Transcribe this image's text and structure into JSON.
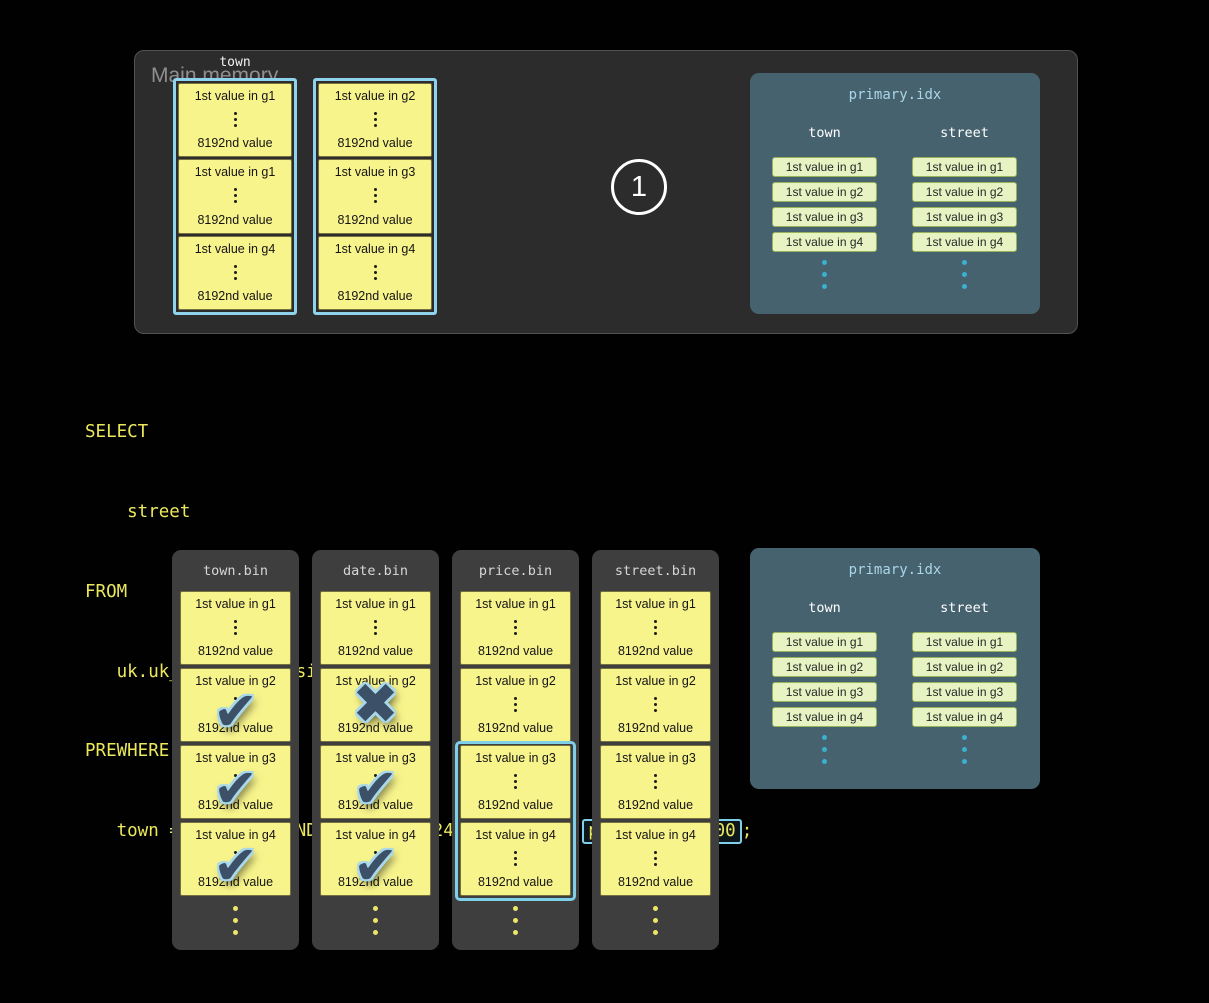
{
  "icons": {
    "check": "✔",
    "cross": "✖"
  },
  "colors": {
    "accent_blue": "#8ed2ec",
    "granule_yellow": "#f8f48c",
    "index_panel_slate": "#47626f",
    "index_pill_green": "#e7f3c3",
    "sql_yellow": "#ece85e",
    "mark_slate": "#3c5068",
    "teal_dot": "#38b2ce"
  },
  "main_memory": {
    "title": "Main memory",
    "column_label": "town",
    "step_badge": "1",
    "stacks": [
      {
        "granules": [
          {
            "first": "1st value in g1",
            "last": "8192nd value"
          },
          {
            "first": "1st value in g1",
            "last": "8192nd value"
          },
          {
            "first": "1st value in g4",
            "last": "8192nd value"
          }
        ]
      },
      {
        "granules": [
          {
            "first": "1st value in g2",
            "last": "8192nd value"
          },
          {
            "first": "1st value in g3",
            "last": "8192nd value"
          },
          {
            "first": "1st value in g4",
            "last": "8192nd value"
          }
        ]
      }
    ]
  },
  "primary_index_top": {
    "title": "primary.idx",
    "columns": [
      {
        "header": "town",
        "entries": [
          "1st value in g1",
          "1st value in g2",
          "1st value in g3",
          "1st value in g4"
        ]
      },
      {
        "header": "street",
        "entries": [
          "1st value in g1",
          "1st value in g2",
          "1st value in g3",
          "1st value in g4"
        ]
      }
    ]
  },
  "sql": {
    "line1": "SELECT",
    "line2": "    street",
    "line3": "FROM",
    "line4": "   uk.uk_price_paid_simple",
    "line5": "PREWHERE",
    "line6_prefix": "   town = 'LONDON' AND date > '2024-12-31' AND ",
    "line6_boxed": "price < 10_000",
    "line6_suffix": ";"
  },
  "bin_panels": [
    {
      "title": "town.bin",
      "granules": [
        {
          "first": "1st value in g1",
          "last": "8192nd value",
          "mark": "none"
        },
        {
          "first": "1st value in g2",
          "last": "8192nd value",
          "mark": "check"
        },
        {
          "first": "1st value in g3",
          "last": "8192nd value",
          "mark": "check"
        },
        {
          "first": "1st value in g4",
          "last": "8192nd value",
          "mark": "check"
        }
      ],
      "highlight": null
    },
    {
      "title": "date.bin",
      "granules": [
        {
          "first": "1st value in g1",
          "last": "8192nd value",
          "mark": "none"
        },
        {
          "first": "1st value in g2",
          "last": "8192nd value",
          "mark": "cross"
        },
        {
          "first": "1st value in g3",
          "last": "8192nd value",
          "mark": "check"
        },
        {
          "first": "1st value in g4",
          "last": "8192nd value",
          "mark": "check"
        }
      ],
      "highlight": null
    },
    {
      "title": "price.bin",
      "granules": [
        {
          "first": "1st value in g1",
          "last": "8192nd value",
          "mark": "none"
        },
        {
          "first": "1st value in g2",
          "last": "8192nd value",
          "mark": "none"
        },
        {
          "first": "1st value in g3",
          "last": "8192nd value",
          "mark": "none"
        },
        {
          "first": "1st value in g4",
          "last": "8192nd value",
          "mark": "none"
        }
      ],
      "highlight": {
        "granules": [
          "g3",
          "g4"
        ]
      }
    },
    {
      "title": "street.bin",
      "granules": [
        {
          "first": "1st value in g1",
          "last": "8192nd value",
          "mark": "none"
        },
        {
          "first": "1st value in g2",
          "last": "8192nd value",
          "mark": "none"
        },
        {
          "first": "1st value in g3",
          "last": "8192nd value",
          "mark": "none"
        },
        {
          "first": "1st value in g4",
          "last": "8192nd value",
          "mark": "none"
        }
      ],
      "highlight": null
    }
  ],
  "primary_index_bottom": {
    "title": "primary.idx",
    "columns": [
      {
        "header": "town",
        "entries": [
          "1st value in g1",
          "1st value in g2",
          "1st value in g3",
          "1st value in g4"
        ]
      },
      {
        "header": "street",
        "entries": [
          "1st value in g1",
          "1st value in g2",
          "1st value in g3",
          "1st value in g4"
        ]
      }
    ]
  }
}
